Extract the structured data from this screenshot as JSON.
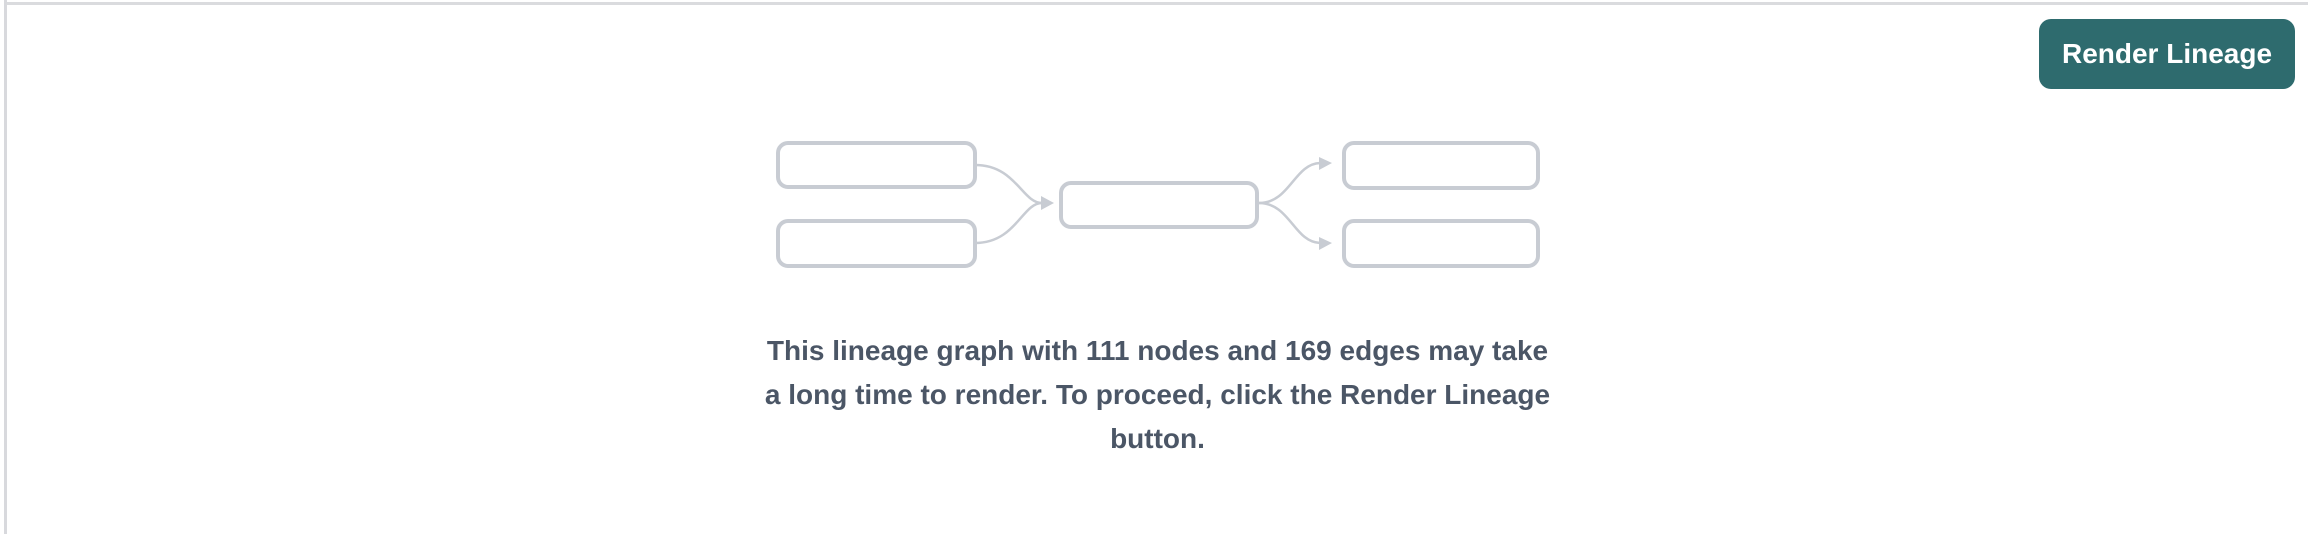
{
  "panel": {
    "toolbar": {
      "render_button_label": "Render Lineage"
    },
    "empty_state": {
      "message_lines": [
        "This lineage graph with 111 nodes and 169 edges may take",
        "a long time to render. To proceed, click the Render Lineage",
        "button."
      ],
      "node_count": "111",
      "edge_count": "169"
    },
    "colors": {
      "accent_teal": "#2e6b6e",
      "placeholder_stroke": "#c8ccd3",
      "message_text": "#4b5666",
      "panel_border": "#dadbde"
    },
    "icons": {
      "placeholder_graphic": "lineage-graph-placeholder"
    }
  }
}
